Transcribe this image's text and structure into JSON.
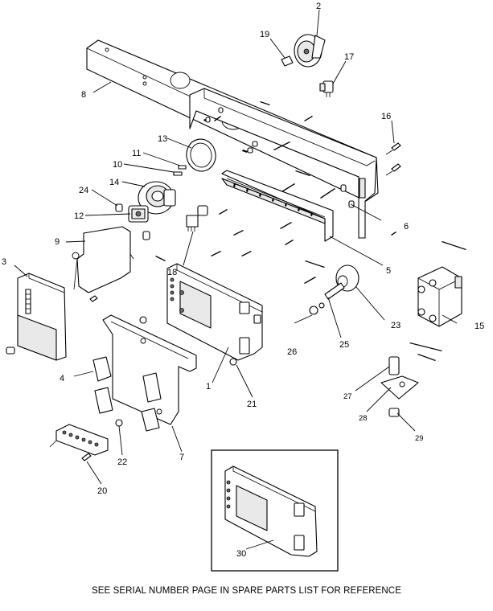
{
  "callouts": {
    "c1": "1",
    "c2": "2",
    "c3": "3",
    "c4": "4",
    "c5": "5",
    "c6": "6",
    "c7": "7",
    "c8": "8",
    "c9": "9",
    "c10": "10",
    "c11": "11",
    "c12": "12",
    "c13": "13",
    "c14": "14",
    "c15": "15",
    "c16": "16",
    "c17": "17",
    "c18": "18",
    "c19": "19",
    "c20": "20",
    "c21": "21",
    "c22": "22",
    "c23": "23",
    "c24": "24",
    "c25": "25",
    "c26": "26",
    "c27": "27",
    "c28": "28",
    "c29": "29",
    "c30": "30"
  },
  "footer_note": "SEE SERIAL NUMBER PAGE IN SPARE PARTS LIST FOR REFERENCE"
}
